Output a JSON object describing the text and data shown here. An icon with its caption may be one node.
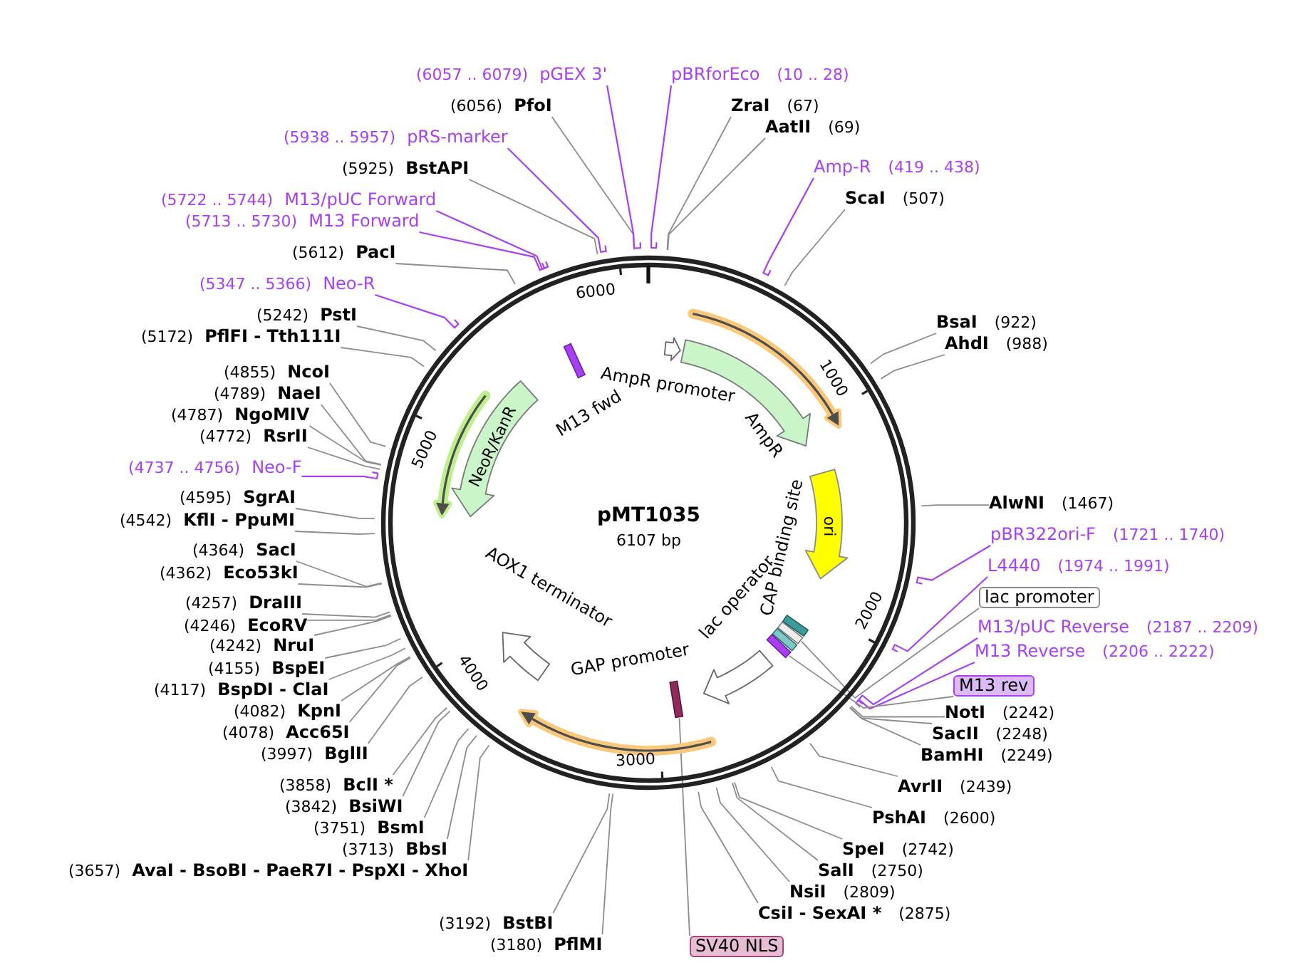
{
  "diagram": {
    "title": "pMT1035",
    "nodes": [
      {
        "text": [
          "pBRforEco"
        ],
        "beside": [
          "(10 .. 28)"
        ]
      },
      {
        "text": [
          "ZraI"
        ],
        "beside": [
          "(67)"
        ]
      },
      {
        "text": [
          "AatII"
        ],
        "beside": [
          "(69)"
        ]
      },
      {
        "text": [
          "Amp-R"
        ],
        "beside": [
          "(419 .. 438)"
        ]
      },
      {
        "text": [
          "ScaI"
        ],
        "beside": [
          "(507)"
        ]
      },
      {
        "text": [
          "BsaI"
        ],
        "beside": [
          "(922)"
        ]
      },
      {
        "text": [
          "AhdI"
        ],
        "beside": [
          "(988)"
        ]
      },
      {
        "text": [
          "AlwNI"
        ],
        "beside": [
          "(1467)"
        ]
      },
      {
        "text": [
          "pBR322ori-F"
        ],
        "beside": [
          "(1721 .. 1740)"
        ]
      },
      {
        "text": [
          "L4440"
        ],
        "beside": [
          "(1974 .. 1991)"
        ]
      },
      {
        "text": [
          "lac promoter"
        ]
      },
      {
        "text": [
          "M13/pUC Reverse"
        ],
        "beside": [
          "(2187 .. 2209)"
        ]
      },
      {
        "text": [
          "M13 Reverse"
        ],
        "beside": [
          "(2206 .. 2222)"
        ]
      },
      {
        "text": [
          "M13 rev"
        ]
      },
      {
        "text": [
          "NotI"
        ],
        "beside": [
          "(2242)"
        ]
      },
      {
        "text": [
          "SacII"
        ],
        "beside": [
          "(2248)"
        ]
      },
      {
        "text": [
          "BamHI"
        ],
        "beside": [
          "(2249)"
        ]
      },
      {
        "text": [
          "AvrII"
        ],
        "beside": [
          "(2439)"
        ]
      },
      {
        "text": [
          "PshAI"
        ],
        "beside": [
          "(2600)"
        ]
      },
      {
        "text": [
          "SpeI"
        ],
        "beside": [
          "(2742)"
        ]
      },
      {
        "text": [
          "SalI"
        ],
        "beside": [
          "(2750)"
        ]
      },
      {
        "text": [
          "NsiI"
        ],
        "beside": [
          "(2809)"
        ]
      },
      {
        "text": [
          "CsiI - SexAI *"
        ],
        "beside": [
          "(2875)"
        ]
      },
      {
        "text": [
          "SV40 NLS"
        ]
      },
      {
        "text": [
          "PflMI"
        ],
        "beside": [
          "(3180)"
        ]
      },
      {
        "text": [
          "BstBI"
        ],
        "beside": [
          "(3192)"
        ]
      },
      {
        "text": [
          "AvaI - BsoBI - PaeR7I - PspXI - XhoI"
        ],
        "beside": [
          "(3657)"
        ]
      },
      {
        "text": [
          "BbsI"
        ],
        "beside": [
          "(3713)"
        ]
      },
      {
        "text": [
          "BsmI"
        ],
        "beside": [
          "(3751)"
        ]
      },
      {
        "text": [
          "BsiWI"
        ],
        "beside": [
          "(3842)"
        ]
      },
      {
        "text": [
          "BclI *"
        ],
        "beside": [
          "(3858)"
        ]
      },
      {
        "text": [
          "BglII"
        ],
        "beside": [
          "(3997)"
        ]
      },
      {
        "text": [
          "Acc65I"
        ],
        "beside": [
          "(4078)"
        ]
      },
      {
        "text": [
          "KpnI"
        ],
        "beside": [
          "(4082)"
        ]
      },
      {
        "text": [
          "BspDI - ClaI"
        ],
        "beside": [
          "(4117)"
        ]
      },
      {
        "text": [
          "BspEI"
        ],
        "beside": [
          "(4155)"
        ]
      },
      {
        "text": [
          "NruI"
        ],
        "beside": [
          "(4242)"
        ]
      },
      {
        "text": [
          "EcoRV"
        ],
        "beside": [
          "(4246)"
        ]
      },
      {
        "text": [
          "DraIII"
        ],
        "beside": [
          "(4257)"
        ]
      },
      {
        "text": [
          "Eco53kI"
        ],
        "beside": [
          "(4362)"
        ]
      },
      {
        "text": [
          "SacI"
        ],
        "beside": [
          "(4364)"
        ]
      },
      {
        "text": [
          "KflI - PpuMI"
        ],
        "beside": [
          "(4542)"
        ]
      },
      {
        "text": [
          "SgrAI"
        ],
        "beside": [
          "(4595)"
        ]
      },
      {
        "text": [
          "Neo-F"
        ],
        "beside": [
          "(4737 .. 4756)"
        ]
      },
      {
        "text": [
          "RsrII"
        ],
        "beside": [
          "(4772)"
        ]
      },
      {
        "text": [
          "NgoMIV"
        ],
        "beside": [
          "(4787)"
        ]
      },
      {
        "text": [
          "NaeI"
        ],
        "beside": [
          "(4789)"
        ]
      },
      {
        "text": [
          "NcoI"
        ],
        "beside": [
          "(4855)"
        ]
      },
      {
        "text": [
          "PflFI - Tth111I"
        ],
        "beside": [
          "(5172)"
        ]
      },
      {
        "text": [
          "PstI"
        ],
        "beside": [
          "(5242)"
        ]
      },
      {
        "text": [
          "Neo-R"
        ],
        "beside": [
          "(5347 .. 5366)"
        ]
      },
      {
        "text": [
          "PacI"
        ],
        "beside": [
          "(5612)"
        ]
      },
      {
        "text": [
          "M13 Forward"
        ],
        "beside": [
          "(5713 .. 5730)"
        ]
      },
      {
        "text": [
          "M13/pUC Forward"
        ],
        "beside": [
          "(5722 .. 5744)"
        ]
      },
      {
        "text": [
          "BstAPI"
        ],
        "beside": [
          "(5925)"
        ]
      },
      {
        "text": [
          "pRS-marker"
        ],
        "beside": [
          "(5938 .. 5957)"
        ]
      },
      {
        "text": [
          "PfoI"
        ],
        "beside": [
          "(6056)"
        ]
      },
      {
        "text": [
          "pGEX 3'"
        ],
        "beside": [
          "(6057 .. 6079)"
        ]
      },
      {
        "text": [
          "AmpR promoter"
        ]
      },
      {
        "text": [
          "AmpR"
        ]
      },
      {
        "text": [
          "ori"
        ]
      },
      {
        "text": [
          "CAP binding site"
        ]
      },
      {
        "text": [],
        "shape": "bar"
      },
      {
        "text": [
          "lac operator"
        ]
      },
      {
        "text": [],
        "shape": "bar"
      },
      {
        "text": [
          "GAP promoter"
        ]
      },
      {
        "text": [],
        "shape": "bar"
      },
      {
        "text": [
          "AOX1 terminator"
        ]
      },
      {
        "text": [
          "NeoR/KanR"
        ]
      },
      {
        "text": [
          "M13 fwd"
        ]
      }
    ],
    "edges": [
      {
        "from": 0,
        "to": null,
        "arrow": "none",
        "color": "#a83ff2"
      },
      {
        "from": 1,
        "to": null,
        "arrow": "none"
      },
      {
        "from": 2,
        "to": null,
        "arrow": "none"
      },
      {
        "from": 3,
        "to": null,
        "arrow": "none",
        "color": "#a83ff2"
      },
      {
        "from": 4,
        "to": null,
        "arrow": "none"
      },
      {
        "from": 5,
        "to": null,
        "arrow": "none"
      },
      {
        "from": 6,
        "to": null,
        "arrow": "none"
      },
      {
        "from": 7,
        "to": null,
        "arrow": "none"
      },
      {
        "from": 8,
        "to": null,
        "arrow": "none",
        "color": "#a83ff2"
      },
      {
        "from": 9,
        "to": null,
        "arrow": "none",
        "color": "#a83ff2"
      },
      {
        "from": 10,
        "to": 62,
        "arrow": "none"
      },
      {
        "from": 11,
        "to": null,
        "arrow": "none",
        "color": "#a83ff2"
      },
      {
        "from": 12,
        "to": null,
        "arrow": "none",
        "color": "#a83ff2"
      },
      {
        "from": 13,
        "to": 64,
        "arrow": "none"
      },
      {
        "from": 14,
        "to": null,
        "arrow": "none"
      },
      {
        "from": 15,
        "to": null,
        "arrow": "none"
      },
      {
        "from": 16,
        "to": null,
        "arrow": "none"
      },
      {
        "from": 17,
        "to": null,
        "arrow": "none"
      },
      {
        "from": 18,
        "to": null,
        "arrow": "none"
      },
      {
        "from": 19,
        "to": null,
        "arrow": "none"
      },
      {
        "from": 20,
        "to": null,
        "arrow": "none"
      },
      {
        "from": 21,
        "to": null,
        "arrow": "none"
      },
      {
        "from": 22,
        "to": null,
        "arrow": "none"
      },
      {
        "from": 23,
        "to": 66,
        "arrow": "none"
      },
      {
        "from": 24,
        "to": null,
        "arrow": "none"
      },
      {
        "from": 25,
        "to": null,
        "arrow": "none"
      },
      {
        "from": 26,
        "to": null,
        "arrow": "none"
      },
      {
        "from": 27,
        "to": null,
        "arrow": "none"
      },
      {
        "from": 28,
        "to": null,
        "arrow": "none"
      },
      {
        "from": 29,
        "to": null,
        "arrow": "none"
      },
      {
        "from": 30,
        "to": null,
        "arrow": "none"
      },
      {
        "from": 31,
        "to": null,
        "arrow": "none"
      },
      {
        "from": 32,
        "to": null,
        "arrow": "none"
      },
      {
        "from": 33,
        "to": null,
        "arrow": "none"
      },
      {
        "from": 34,
        "to": null,
        "arrow": "none"
      },
      {
        "from": 35,
        "to": null,
        "arrow": "none"
      },
      {
        "from": 36,
        "to": null,
        "arrow": "none"
      },
      {
        "from": 37,
        "to": null,
        "arrow": "none"
      },
      {
        "from": 38,
        "to": null,
        "arrow": "none"
      },
      {
        "from": 39,
        "to": null,
        "arrow": "none"
      },
      {
        "from": 40,
        "to": null,
        "arrow": "none"
      },
      {
        "from": 41,
        "to": null,
        "arrow": "none"
      },
      {
        "from": 42,
        "to": null,
        "arrow": "none"
      },
      {
        "from": 43,
        "to": null,
        "arrow": "none",
        "color": "#a83ff2"
      },
      {
        "from": 44,
        "to": null,
        "arrow": "none"
      },
      {
        "from": 45,
        "to": null,
        "arrow": "none"
      },
      {
        "from": 46,
        "to": null,
        "arrow": "none"
      },
      {
        "from": 47,
        "to": null,
        "arrow": "none"
      },
      {
        "from": 48,
        "to": null,
        "arrow": "none"
      },
      {
        "from": 49,
        "to": null,
        "arrow": "none"
      },
      {
        "from": 50,
        "to": null,
        "arrow": "none",
        "color": "#a83ff2"
      },
      {
        "from": 51,
        "to": null,
        "arrow": "none"
      },
      {
        "from": 52,
        "to": null,
        "arrow": "none",
        "color": "#a83ff2"
      },
      {
        "from": 53,
        "to": null,
        "arrow": "none",
        "color": "#a83ff2"
      },
      {
        "from": 54,
        "to": null,
        "arrow": "none"
      },
      {
        "from": 55,
        "to": null,
        "arrow": "none",
        "color": "#a83ff2"
      },
      {
        "from": 56,
        "to": null,
        "arrow": "none"
      },
      {
        "from": 57,
        "to": null,
        "arrow": "none",
        "color": "#a83ff2"
      }
    ],
    "labels": [
      "6000",
      "1000",
      "5000",
      "6107 bp",
      "2000",
      "4000",
      "3000"
    ]
  }
}
